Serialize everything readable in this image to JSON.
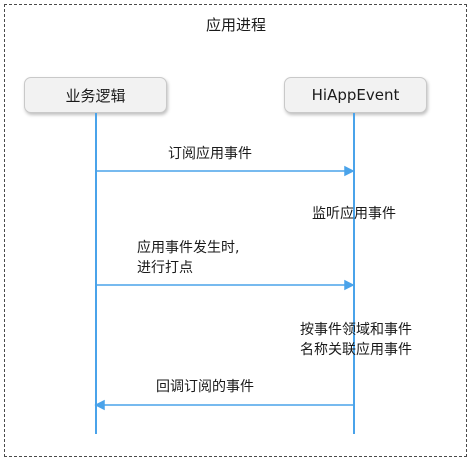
{
  "diagram": {
    "container_title": "应用进程",
    "participants": {
      "left": "业务逻辑",
      "right": "HiAppEvent"
    },
    "messages": [
      {
        "label": "订阅应用事件",
        "direction": "left-to-right"
      },
      {
        "label": "应用事件发生时,",
        "label_line2": "进行打点",
        "direction": "left-to-right"
      },
      {
        "label": "回调订阅的事件",
        "direction": "right-to-left"
      }
    ],
    "notes": [
      {
        "label": "监听应用事件"
      },
      {
        "label": "按事件领域和事件",
        "label_line2": "名称关联应用事件"
      }
    ],
    "colors": {
      "lifeline": "#4aa3ea",
      "arrow": "#4aa3ea",
      "box_fill": "#f2f2f2",
      "border": "#4a4a4a"
    }
  }
}
